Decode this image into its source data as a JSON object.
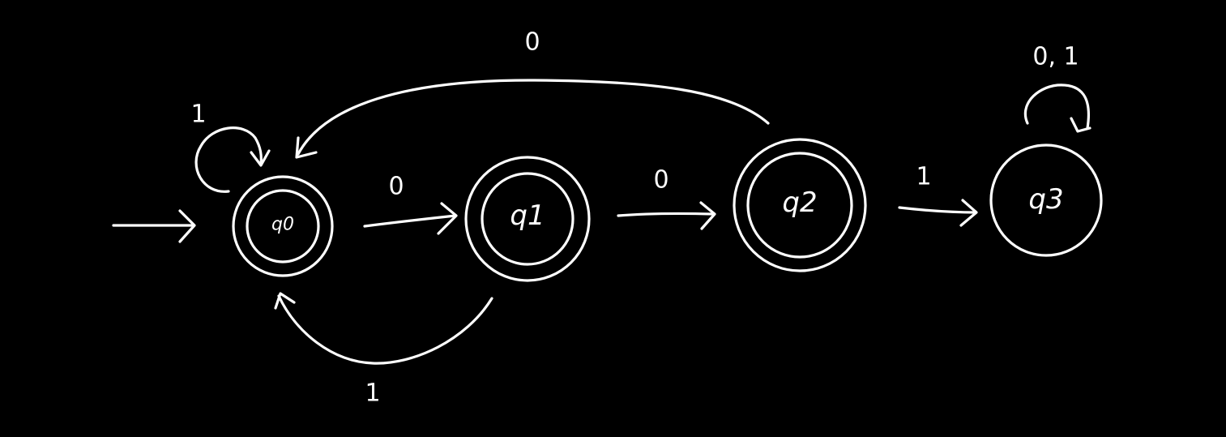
{
  "colors": {
    "background": "#000000",
    "ink": "#ffffff"
  },
  "diagram": {
    "type": "dfa",
    "start_state": "q0",
    "states": [
      {
        "id": "q0",
        "label": "q0",
        "accepting": true
      },
      {
        "id": "q1",
        "label": "q1",
        "accepting": true
      },
      {
        "id": "q2",
        "label": "q2",
        "accepting": true
      },
      {
        "id": "q3",
        "label": "q3",
        "accepting": false
      }
    ],
    "transitions": [
      {
        "id": "q0_self",
        "from": "q0",
        "to": "q0",
        "label": "1"
      },
      {
        "id": "q0_q1",
        "from": "q0",
        "to": "q1",
        "label": "0"
      },
      {
        "id": "q1_q2",
        "from": "q1",
        "to": "q2",
        "label": "0"
      },
      {
        "id": "q2_q3",
        "from": "q2",
        "to": "q3",
        "label": "1"
      },
      {
        "id": "q2_q0",
        "from": "q2",
        "to": "q0",
        "label": "0"
      },
      {
        "id": "q1_q0",
        "from": "q1",
        "to": "q0",
        "label": "1"
      },
      {
        "id": "q3_self",
        "from": "q3",
        "to": "q3",
        "label": "0, 1"
      }
    ]
  }
}
